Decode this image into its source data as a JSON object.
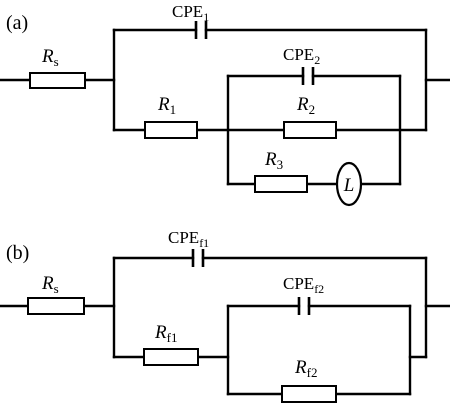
{
  "panel_a": {
    "label": "(a)",
    "Rs": {
      "main": "R",
      "sub": "s"
    },
    "CPE1": {
      "main": "CPE",
      "sub": "1"
    },
    "CPE2": {
      "main": "CPE",
      "sub": "2"
    },
    "R1": {
      "main": "R",
      "sub": "1"
    },
    "R2": {
      "main": "R",
      "sub": "2"
    },
    "R3": {
      "main": "R",
      "sub": "3"
    },
    "L": "L"
  },
  "panel_b": {
    "label": "(b)",
    "Rs": {
      "main": "R",
      "sub": "s"
    },
    "CPEf1": {
      "main": "CPE",
      "sub": "f1"
    },
    "CPEf2": {
      "main": "CPE",
      "sub": "f2"
    },
    "Rf1": {
      "main": "R",
      "sub": "f1"
    },
    "Rf2": {
      "main": "R",
      "sub": "f2"
    }
  }
}
